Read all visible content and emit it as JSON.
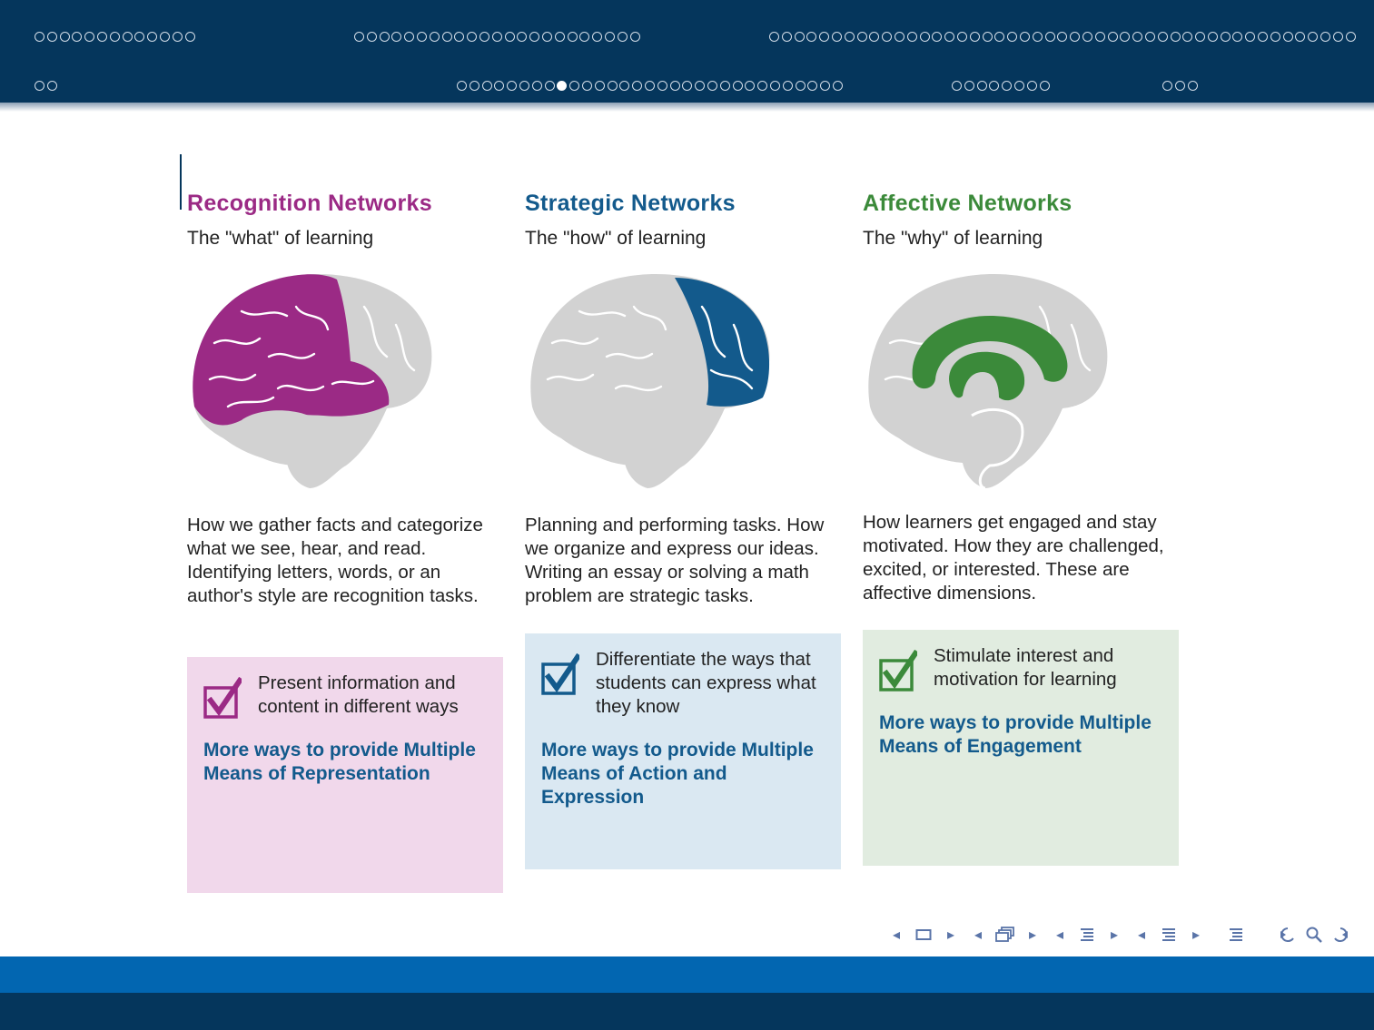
{
  "header": {
    "rows": [
      [
        {
          "name": "section-1",
          "dots": 13,
          "current": -1
        },
        {
          "name": "section-2",
          "dots": 23,
          "current": -1
        },
        {
          "name": "section-3",
          "dots": 47,
          "current": -1
        }
      ],
      [
        {
          "name": "section-4",
          "dots": 2,
          "current": -1
        },
        {
          "name": "section-5",
          "dots": 31,
          "current": 8
        },
        {
          "name": "section-6",
          "dots": 8,
          "current": -1
        },
        {
          "name": "section-7",
          "dots": 3,
          "current": -1
        }
      ]
    ]
  },
  "columns": [
    {
      "title": "Recognition Networks",
      "subtitle": "The \"what\" of learning",
      "color": "#9b2a85",
      "box_bg": "#f1d8eb",
      "brain_region": "back",
      "description": "How we gather facts and categorize what we see, hear, and read. Identifying letters, words, or an author's style are recognition tasks.",
      "box_text": "Present information and content in different ways",
      "box_link": "More ways to provide Multiple Means of Representation"
    },
    {
      "title": "Strategic Networks",
      "subtitle": "The \"how\" of learning",
      "color": "#135a8c",
      "box_bg": "#dae8f2",
      "brain_region": "front",
      "description": "Planning and performing tasks. How we organize and express our ideas. Writing an essay or solving a math problem are strategic tasks.",
      "box_text": "Differentiate the ways that students can express what they know",
      "box_link": "More ways to provide Multiple Means of Action and Expression"
    },
    {
      "title": "Affective Networks",
      "subtitle": "The \"why\" of learning",
      "color": "#3b8a3a",
      "box_bg": "#e1ece0",
      "brain_region": "core",
      "description": "How learners get engaged and stay motivated. How they are challenged, excited, or interested. These are affective dimensions.",
      "box_text": "Stimulate interest and motivation for learning",
      "box_link": "More ways to provide Multiple Means of Engagement"
    }
  ],
  "colors": {
    "header_bg": "#05365c",
    "footer_top": "#0266b1",
    "footer_bottom": "#05365c",
    "brain_gray": "#d2d2d2",
    "nav_icon": "#5a74a8"
  },
  "nav_icons": [
    "arrow-left-icon",
    "frame-icon",
    "arrow-right-icon",
    "arrow-left-icon",
    "subsection-icon",
    "arrow-right-icon",
    "arrow-left-icon",
    "section-icon",
    "arrow-right-icon",
    "arrow-left-icon",
    "document-icon",
    "arrow-right-icon",
    "appendix-icon",
    "back-icon",
    "search-icon",
    "forward-icon"
  ]
}
